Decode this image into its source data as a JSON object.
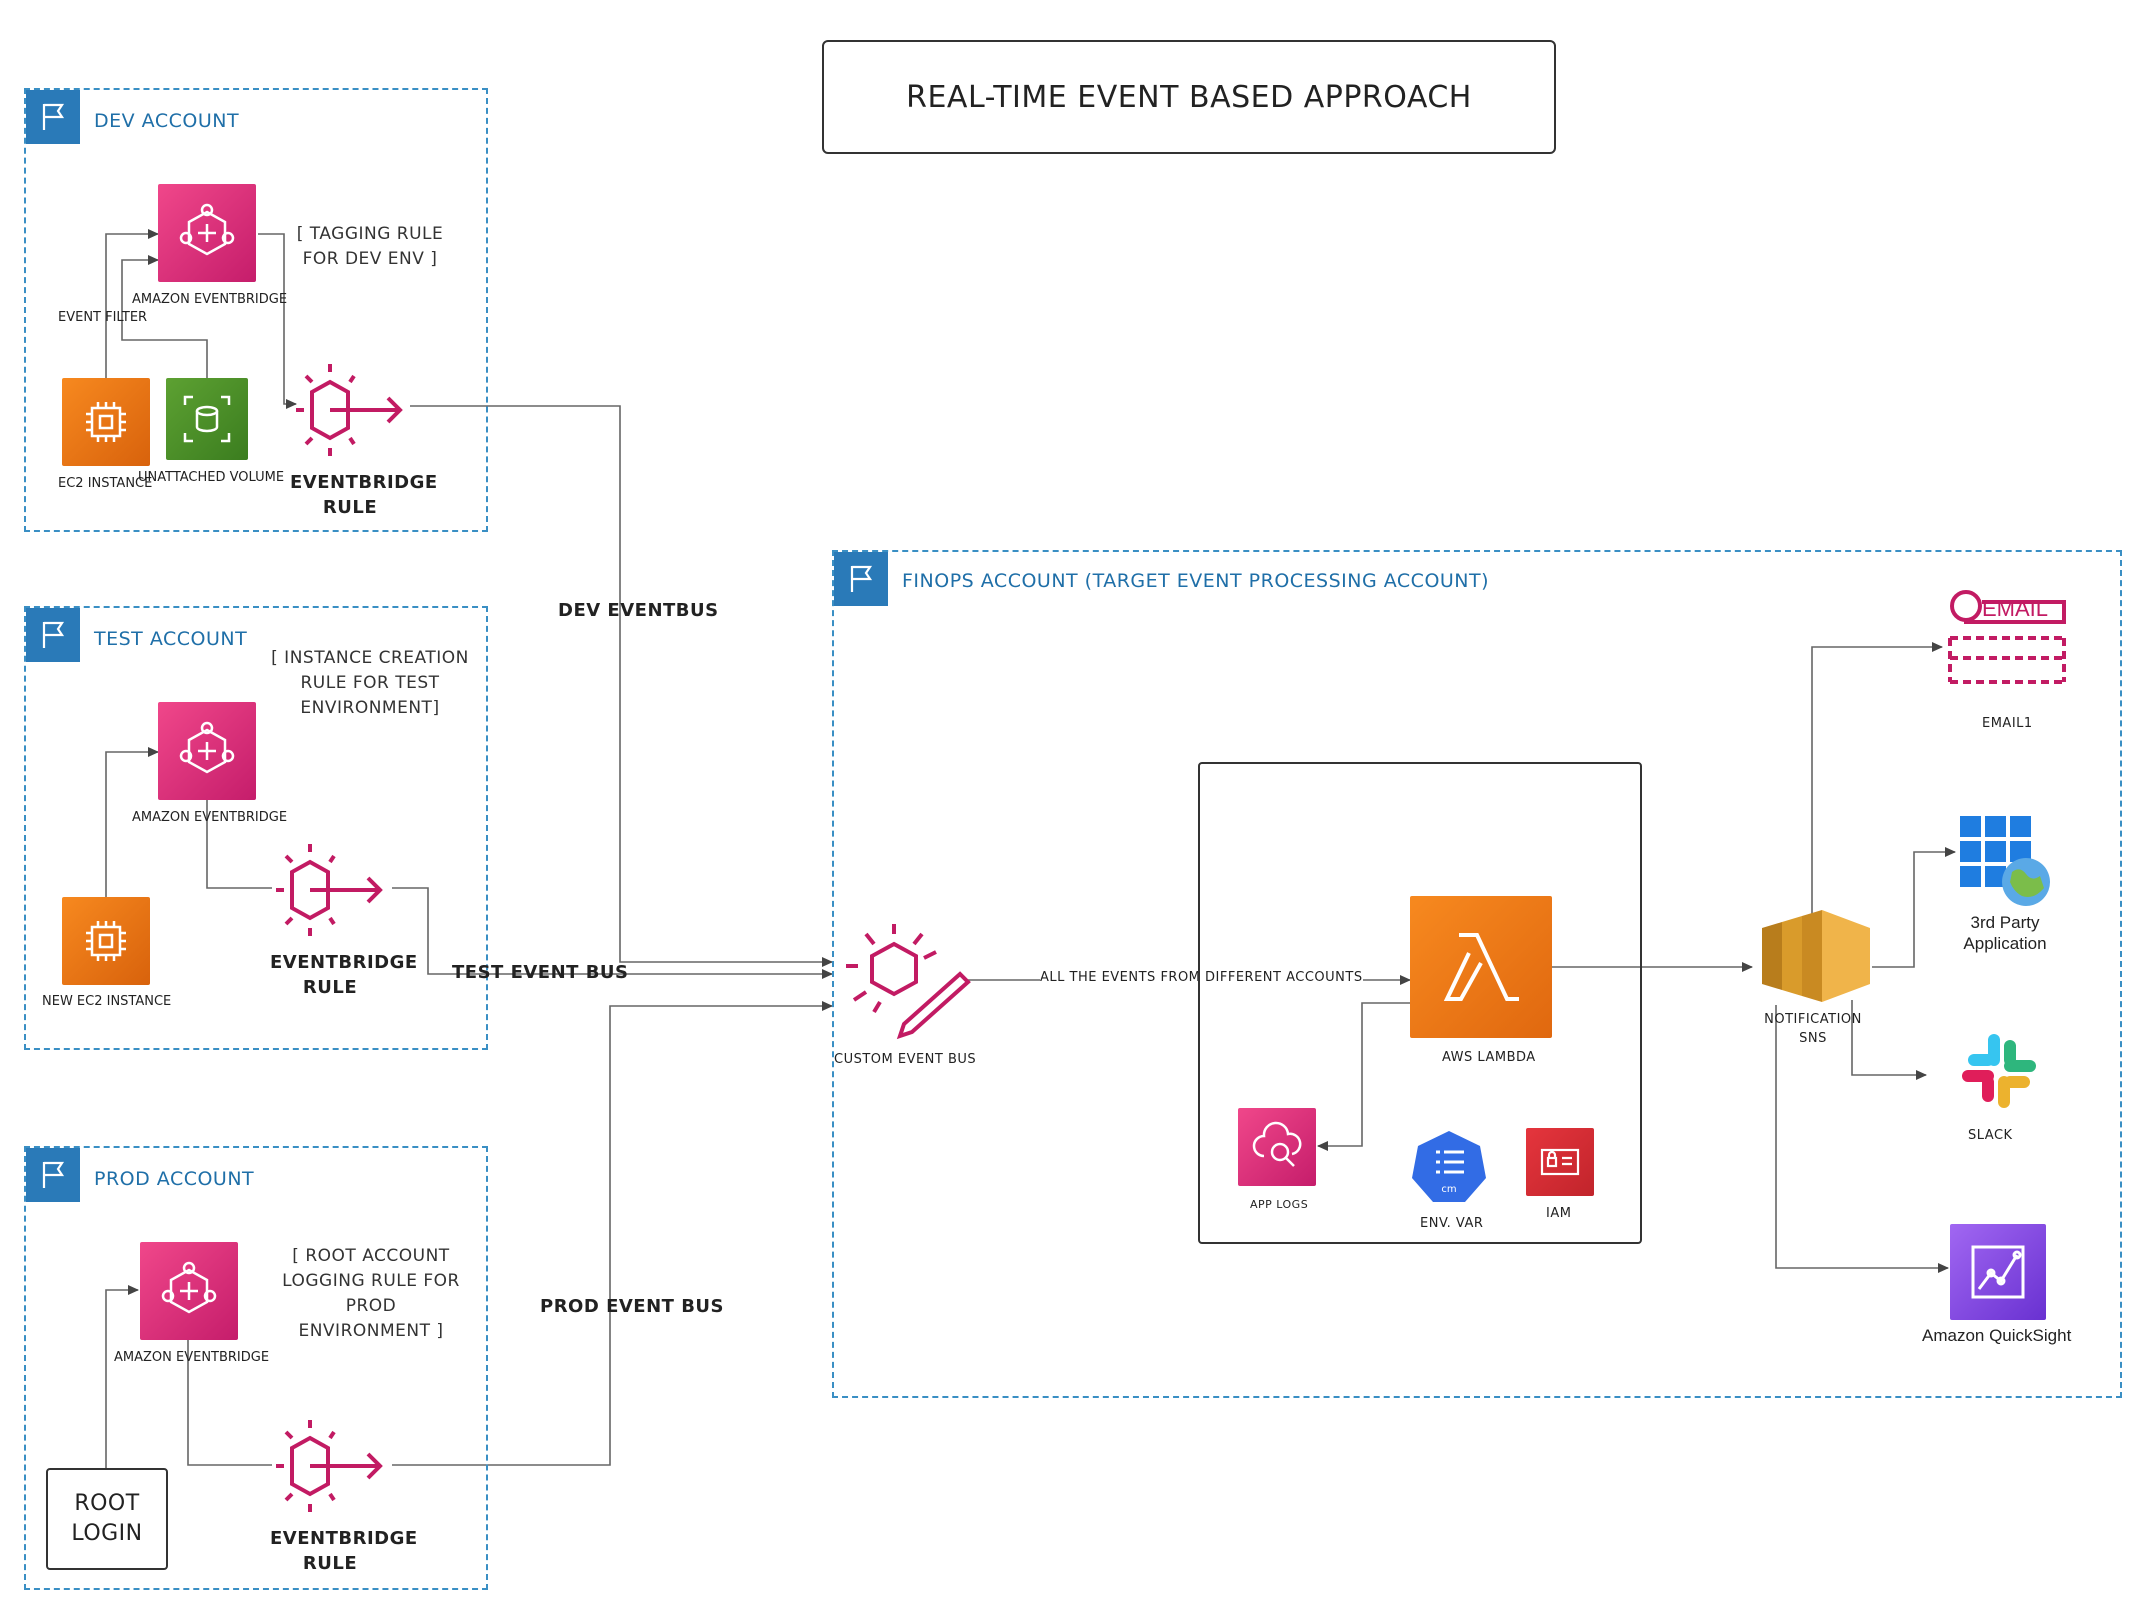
{
  "title": "REAL-TIME EVENT BASED APPROACH",
  "dev_account": {
    "label": "DEV ACCOUNT",
    "rule_note_line1": "[ TAGGING RULE",
    "rule_note_line2": "FOR DEV ENV ]",
    "eventbridge_label": "AMAZON EVENTBRIDGE",
    "event_filter_label": "EVENT FILTER",
    "ec2_label": "EC2 INSTANCE",
    "volume_label": "UNATTACHED VOLUME",
    "rule_label_line1": "EVENTBRIDGE",
    "rule_label_line2": "RULE"
  },
  "test_account": {
    "label": "TEST ACCOUNT",
    "rule_note_line1": "[ INSTANCE CREATION",
    "rule_note_line2": "RULE FOR TEST",
    "rule_note_line3": "ENVIRONMENT]",
    "eventbridge_label": "AMAZON EVENTBRIDGE",
    "ec2_label": "NEW EC2 INSTANCE",
    "rule_label_line1": "EVENTBRIDGE",
    "rule_label_line2": "RULE"
  },
  "prod_account": {
    "label": "PROD ACCOUNT",
    "rule_note_line1": "[ ROOT ACCOUNT",
    "rule_note_line2": "LOGGING RULE FOR PROD",
    "rule_note_line3": "ENVIRONMENT ]",
    "eventbridge_label": "AMAZON EVENTBRIDGE",
    "root_login_line1": "ROOT",
    "root_login_line2": "LOGIN",
    "rule_label_line1": "EVENTBRIDGE",
    "rule_label_line2": "RULE"
  },
  "buses": {
    "dev": "DEV EVENTBUS",
    "test": "TEST EVENT BUS",
    "prod": "PROD EVENT BUS"
  },
  "finops_account": {
    "label": "FINOPS ACCOUNT (TARGET EVENT PROCESSING ACCOUNT)",
    "custom_bus_label": "CUSTOM EVENT BUS",
    "flow_label": "ALL THE EVENTS FROM DIFFERENT ACCOUNTS",
    "lambda_label": "AWS LAMBDA",
    "app_logs_label": "APP LOGS",
    "env_var_label": "ENV. VAR",
    "iam_label": "IAM",
    "sns_label_line1": "NOTIFICATION",
    "sns_label_line2": "SNS",
    "email_label": "EMAIL1",
    "email_icon_text": "EMAIL",
    "third_party_line1": "3rd Party",
    "third_party_line2": "Application",
    "slack_label": "SLACK",
    "quicksight_label": "Amazon QuickSight",
    "configmap_text": "cm"
  },
  "colors": {
    "group_border": "#3a8fc4",
    "flag": "#2a7ab8",
    "eventbridge": "#d6286f",
    "ec2": "#e8770f",
    "volume": "#4a8f28",
    "lambda": "#ec7411",
    "rule_icon": "#c21b63",
    "line": "#555555"
  }
}
